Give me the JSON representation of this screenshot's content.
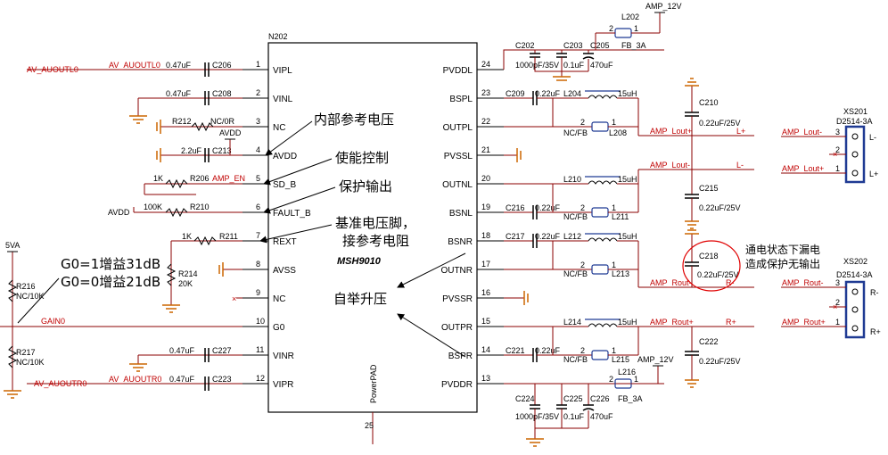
{
  "chip": {
    "refdes": "N202",
    "part": "MSH9010",
    "pad": "PowerPAD",
    "pad_pin": "25",
    "left_pins": [
      {
        "num": "1",
        "name": "VIPL"
      },
      {
        "num": "2",
        "name": "VINL"
      },
      {
        "num": "3",
        "name": "NC"
      },
      {
        "num": "4",
        "name": "AVDD"
      },
      {
        "num": "5",
        "name": "SD_B"
      },
      {
        "num": "6",
        "name": "FAULT_B"
      },
      {
        "num": "7",
        "name": "REXT"
      },
      {
        "num": "8",
        "name": "AVSS"
      },
      {
        "num": "9",
        "name": "NC"
      },
      {
        "num": "10",
        "name": "G0"
      },
      {
        "num": "11",
        "name": "VINR"
      },
      {
        "num": "12",
        "name": "VIPR"
      }
    ],
    "right_pins": [
      {
        "num": "24",
        "name": "PVDDL"
      },
      {
        "num": "23",
        "name": "BSPL"
      },
      {
        "num": "22",
        "name": "OUTPL"
      },
      {
        "num": "21",
        "name": "PVSSL"
      },
      {
        "num": "20",
        "name": "OUTNL"
      },
      {
        "num": "19",
        "name": "BSNL"
      },
      {
        "num": "18",
        "name": "BSNR"
      },
      {
        "num": "17",
        "name": "OUTNR"
      },
      {
        "num": "16",
        "name": "PVSSR"
      },
      {
        "num": "15",
        "name": "OUTPR"
      },
      {
        "num": "14",
        "name": "BSPR"
      },
      {
        "num": "13",
        "name": "PVDDR"
      }
    ]
  },
  "nets": {
    "av_auoutl0": "AV_AUOUTL0",
    "av_auoutl0_b": "AV_AUOUTL0",
    "av_auoutr0": "AV_AUOUTR0",
    "av_auoutr0_b": "AV_AUOUTR0",
    "amp_en": "AMP_EN",
    "avdd_top": "AVDD",
    "avdd_left": "AVDD",
    "v5a": "5VA",
    "gain0": "GAIN0",
    "amp12_top": "AMP_12V",
    "amp12_bot": "AMP_12V",
    "lout_plus": "AMP_Lout+",
    "lout_minus": "AMP_Lout-",
    "rout_minus": "AMP_Rout-",
    "rout_plus": "AMP_Rout+",
    "l_plus": "L+",
    "l_minus": "L-",
    "r_minus": "R-",
    "r_plus": "R+",
    "xs_lminus": "AMP_Lout-",
    "xs_lplus": "AMP_Lout+",
    "xs_rminus": "AMP_Rout-",
    "xs_rplus": "AMP_Rout+"
  },
  "components": {
    "c206": {
      "ref": "C206",
      "val": "0.47uF"
    },
    "c208": {
      "ref": "C208",
      "val": "0.47uF"
    },
    "r212": {
      "ref": "R212",
      "val": "NC/0R"
    },
    "c213": {
      "ref": "C213",
      "val": "2.2uF"
    },
    "r206": {
      "ref": "R206",
      "val": "1K"
    },
    "r210": {
      "ref": "R210",
      "val": "100K"
    },
    "r211": {
      "ref": "R211",
      "val": "1K"
    },
    "r214": {
      "ref": "R214",
      "val": "20K"
    },
    "r216": {
      "ref": "R216",
      "val": "NC/10K"
    },
    "r217": {
      "ref": "R217",
      "val": "NC/10K"
    },
    "c227": {
      "ref": "C227",
      "val": "0.47uF"
    },
    "c223": {
      "ref": "C223",
      "val": "0.47uF"
    },
    "c202": {
      "ref": "C202",
      "val": "1000pF/35V"
    },
    "c203": {
      "ref": "C203",
      "val": "0.1uF"
    },
    "c205": {
      "ref": "C205",
      "val": "470uF"
    },
    "l202": {
      "ref": "L202",
      "val": "FB_3A"
    },
    "c209": {
      "ref": "C209",
      "val": "0.22uF"
    },
    "l204": {
      "ref": "L204",
      "val": "15uH"
    },
    "l208": {
      "ref": "L208",
      "val": "NC/FB"
    },
    "c210": {
      "ref": "C210",
      "val": "0.22uF/25V"
    },
    "l210": {
      "ref": "L210",
      "val": "15uH"
    },
    "c216": {
      "ref": "C216",
      "val": "0.22uF"
    },
    "l211": {
      "ref": "L211",
      "val": "NC/FB"
    },
    "c215": {
      "ref": "C215",
      "val": "0.22uF/25V"
    },
    "c217": {
      "ref": "C217",
      "val": "0.22uF"
    },
    "l212": {
      "ref": "L212",
      "val": "15uH"
    },
    "l213": {
      "ref": "L213",
      "val": "NC/FB"
    },
    "c218": {
      "ref": "C218",
      "val": "0.22uF/25V"
    },
    "l214": {
      "ref": "L214",
      "val": "15uH"
    },
    "l215": {
      "ref": "L215",
      "val": "NC/FB"
    },
    "c221": {
      "ref": "C221",
      "val": "0.22uF"
    },
    "c222": {
      "ref": "C222",
      "val": "0.22uF/25V"
    },
    "l216": {
      "ref": "L216",
      "val": "FB_3A"
    },
    "c224": {
      "ref": "C224",
      "val": "1000pF/35V"
    },
    "c225": {
      "ref": "C225",
      "val": "0.1uF"
    },
    "c226": {
      "ref": "C226",
      "val": "470uF"
    },
    "xs201": {
      "ref": "XS201",
      "val": "D2514-3A"
    },
    "xs202": {
      "ref": "XS202",
      "val": "D2514-3A"
    }
  },
  "small_pins": {
    "one": "1",
    "two": "2",
    "three": "3"
  },
  "annotations": {
    "ref_voltage": "内部参考电压",
    "enable": "使能控制",
    "protect": "保护输出",
    "rext1": "基准电压脚，",
    "rext2": "接参考电阻",
    "bootstrap": "自举升压",
    "gain1": "G0=1增益31dB",
    "gain0": "G0=0增益21dB",
    "leak1": "通电状态下漏电",
    "leak2": "造成保护无输出"
  }
}
